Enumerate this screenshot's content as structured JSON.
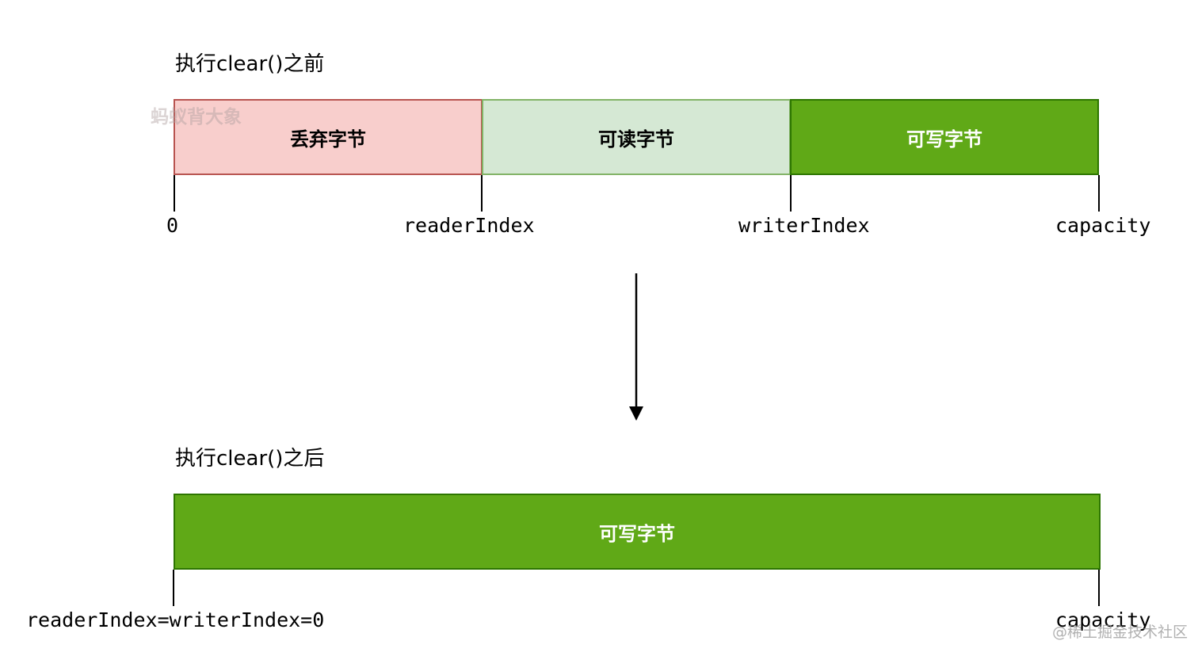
{
  "colors": {
    "discard_fill": "#f8cecc",
    "discard_stroke": "#b85450",
    "readable_fill": "#d5e8d4",
    "readable_stroke": "#82b366",
    "writable_fill": "#60a917",
    "writable_stroke": "#2d7600",
    "writable_text": "#ffffff"
  },
  "before": {
    "title": "执行clear()之前",
    "segments": [
      {
        "label": "丢弃字节"
      },
      {
        "label": "可读字节"
      },
      {
        "label": "可写字节"
      }
    ],
    "markers": [
      "0",
      "readerIndex",
      "writerIndex",
      "capacity"
    ]
  },
  "arrow": {
    "icon": "arrow-down-icon"
  },
  "after": {
    "title": "执行clear()之后",
    "segment": {
      "label": "可写字节"
    },
    "markers": [
      "readerIndex=writerIndex=0",
      "capacity"
    ]
  },
  "watermarks": {
    "top": "蚂蚁背大象",
    "bottom": "@稀土掘金技术社区"
  }
}
